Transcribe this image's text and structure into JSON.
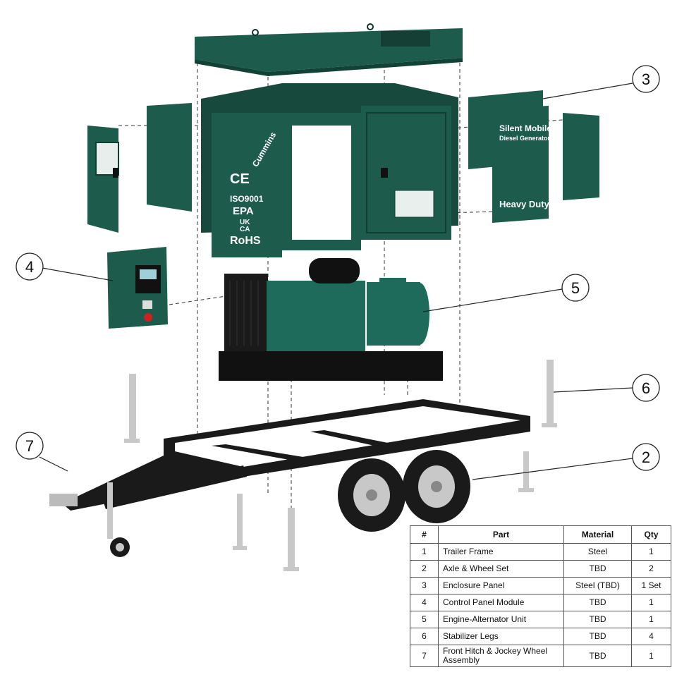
{
  "callouts": [
    "2",
    "3",
    "4",
    "5",
    "6",
    "7"
  ],
  "enclosure": {
    "brand": "Cummins",
    "ce_mark": "CE",
    "cert_iso": "ISO9001",
    "cert_epa": "EPA",
    "cert_uk": "UK",
    "cert_ca": "CA",
    "cert_rohs": "RoHS",
    "side_title_1": "Silent Mobile",
    "side_title_2": "Diesel Generator",
    "side_subtitle": "Heavy Duty"
  },
  "colors": {
    "enclosure_green": "#1d5b4c",
    "engine_teal": "#1e6b5c",
    "frame_black": "#1a1a1a",
    "steel": "#c8c8c8"
  },
  "table": {
    "headers": [
      "#",
      "Part",
      "Material",
      "Qty"
    ],
    "rows": [
      [
        "1",
        "Trailer Frame",
        "Steel",
        "1"
      ],
      [
        "2",
        "Axle & Wheel Set",
        "TBD",
        "2"
      ],
      [
        "3",
        "Enclosure Panel",
        "Steel (TBD)",
        "1 Set"
      ],
      [
        "4",
        "Control Panel Module",
        "TBD",
        "1"
      ],
      [
        "5",
        "Engine-Alternator Unit",
        "TBD",
        "1"
      ],
      [
        "6",
        "Stabilizer Legs",
        "TBD",
        "4"
      ],
      [
        "7",
        "Front Hitch & Jockey Wheel Assembly",
        "TBD",
        "1"
      ]
    ]
  }
}
